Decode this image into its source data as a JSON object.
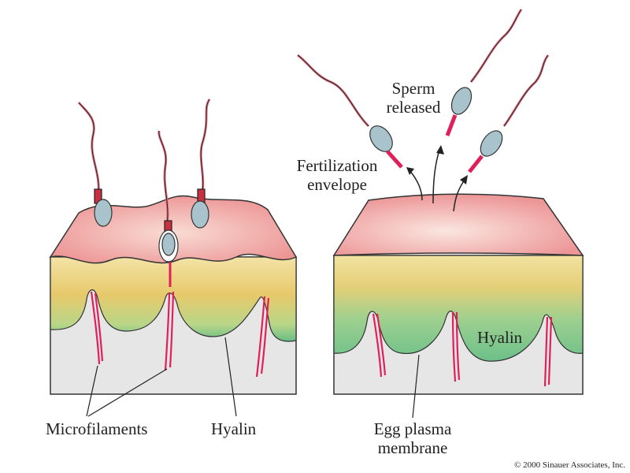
{
  "labels": {
    "microfilaments": "Microfilaments",
    "hyalin_left": "Hyalin",
    "sperm_line1": "Sperm",
    "sperm_line2": "released",
    "fert_line1": "Fertilization",
    "fert_line2": "envelope",
    "hyalin_right": "Hyalin",
    "egg_line1": "Egg plasma",
    "egg_line2": "membrane"
  },
  "copyright": "© 2000 Sinauer Associates, Inc.",
  "colors": {
    "envelope_pink": "#ee9c9c",
    "envelope_light": "#f8d8d2",
    "yellow": "#e8cc6e",
    "green": "#6fc08a",
    "cytoplasm": "#e6e6e6",
    "microfilament": "#e0205a",
    "sperm_head": "#a9c3cc",
    "outline": "#333333"
  }
}
